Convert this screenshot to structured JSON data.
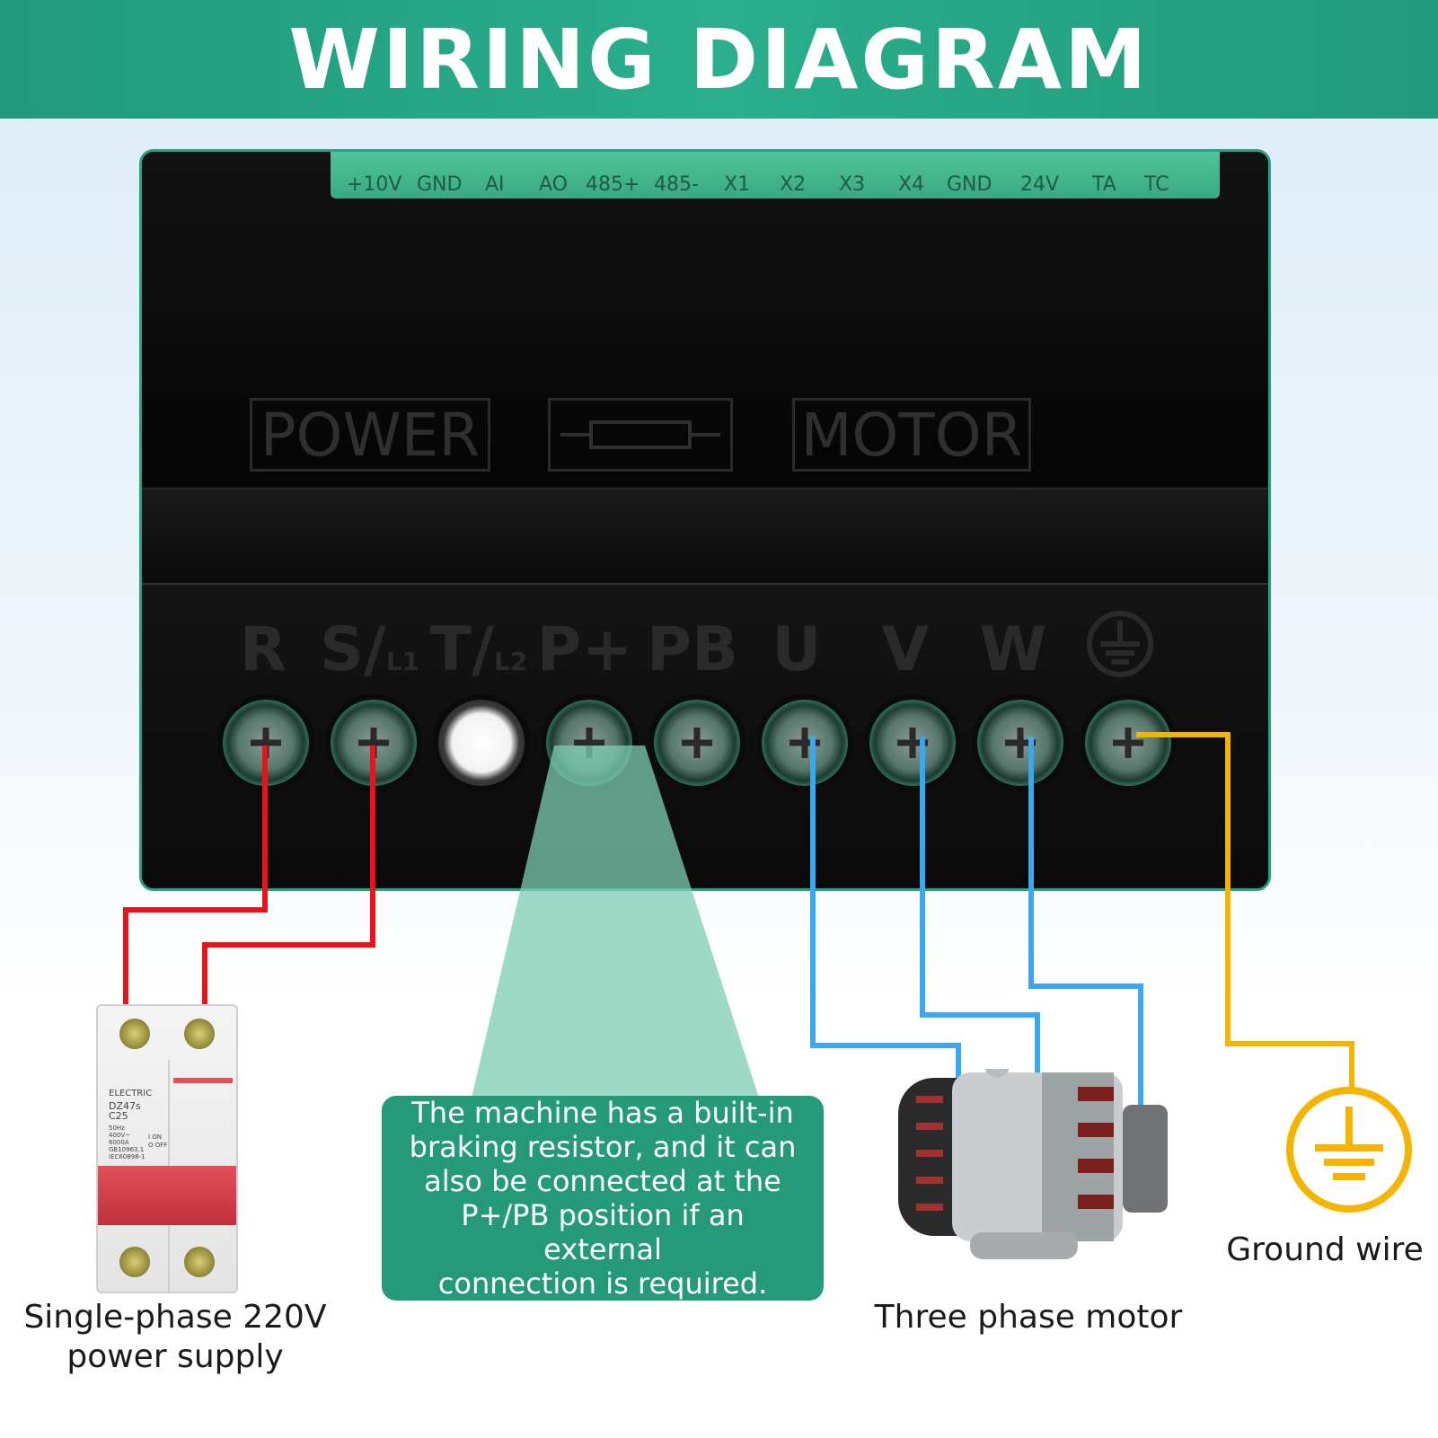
{
  "title": "WIRING DIAGRAM",
  "control_terminals": [
    "+10V",
    "GND",
    "AI",
    "AO",
    "485+",
    "485-",
    "X1",
    "X2",
    "X3",
    "X4",
    "GND",
    "24V",
    "TA",
    "TC"
  ],
  "embossed_labels": {
    "power": "POWER",
    "motor": "MOTOR"
  },
  "power_terminals": [
    {
      "label": "R",
      "sub": ""
    },
    {
      "label": "S/",
      "sub": "L1"
    },
    {
      "label": "T/",
      "sub": "L2"
    },
    {
      "label": "P+",
      "sub": ""
    },
    {
      "label": "PB",
      "sub": ""
    },
    {
      "label": "U",
      "sub": ""
    },
    {
      "label": "V",
      "sub": ""
    },
    {
      "label": "W",
      "sub": ""
    }
  ],
  "ground_terminal_icon": "ground-icon",
  "note": "The machine has a built-in\nbraking resistor, and it can\nalso be connected at the\nP+/PB position if an external\nconnection is required.",
  "captions": {
    "power_supply": "Single-phase 220V\npower supply",
    "motor": "Three phase motor",
    "ground": "Ground wire"
  },
  "breaker_label": {
    "brand": "ELECTRIC",
    "model": "DZ47s\nC25",
    "specs": "50Hz\n400V~\n6000A\nGB10963.1\nIEC60898-1",
    "switch": "I ON\nO OFF"
  },
  "colors": {
    "banner": "#2aae8c",
    "power_wire": "#e8141b",
    "motor_wire": "#3aa7f0",
    "ground_wire": "#f4b400",
    "note_box": "#249a79"
  }
}
